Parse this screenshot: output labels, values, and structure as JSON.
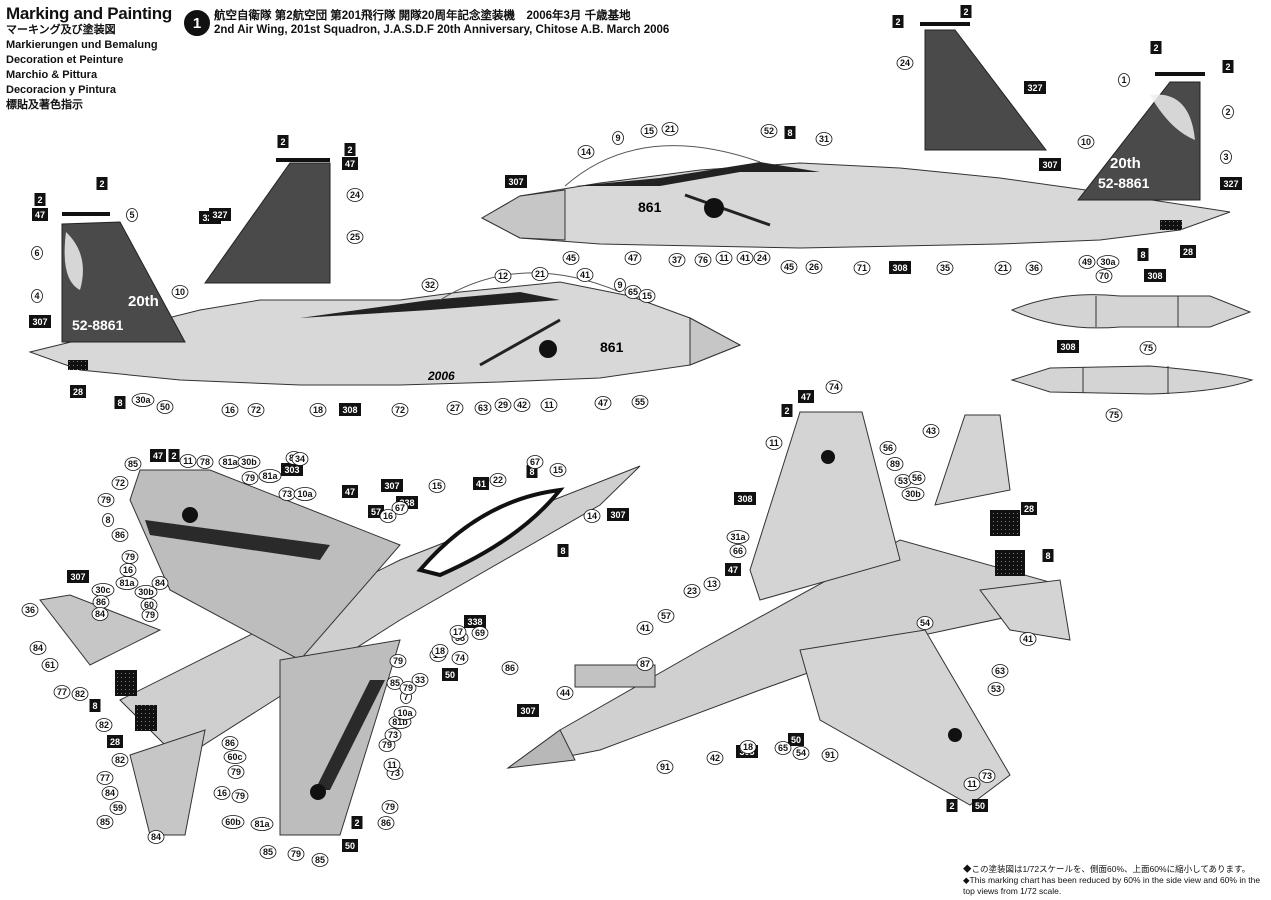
{
  "header": {
    "title": "Marking and Painting",
    "subtitles": [
      "マーキング及び塗装図",
      "Markierungen und Bemalung",
      "Decoration et Peinture",
      "Marchio & Pittura",
      "Decoracion y Pintura",
      "標貼及著色指示"
    ]
  },
  "scheme": {
    "number": "1",
    "title_jp": "航空自衛隊 第2航空団 第201飛行隊 開隊20周年記念塗装機　2006年3月 千歳基地",
    "title_en": "2nd Air Wing, 201st Squadron, J.A.S.D.F 20th Anniversary, Chitose A.B. March 2006"
  },
  "aircraft": {
    "serial": "52-8861",
    "nose_number": "861",
    "tail_text": "20th",
    "anniversary_year": "2006"
  },
  "colors": {
    "dark_tail": "#4a4a4a",
    "light_gray": "#d4d4d4",
    "mid_gray": "#b8b8b8",
    "black": "#111111"
  },
  "paint_codes": [
    "307",
    "308",
    "327",
    "338",
    "8",
    "28",
    "41",
    "47",
    "50",
    "57",
    "2",
    "303"
  ],
  "callouts": {
    "left_side": {
      "boxed": [
        "2",
        "2",
        "47",
        "327",
        "307",
        "28",
        "8",
        "308"
      ],
      "circled": [
        "5",
        "6",
        "4",
        "10",
        "30a",
        "50",
        "16",
        "72",
        "18",
        "72",
        "27",
        "63",
        "29",
        "42",
        "11",
        "32",
        "12",
        "21",
        "41",
        "9",
        "65",
        "15",
        "47",
        "55"
      ]
    },
    "left_fin": {
      "boxed": [
        "2",
        "2",
        "47",
        "327"
      ],
      "circled": [
        "24",
        "25"
      ]
    },
    "right_fin": {
      "boxed": [
        "2",
        "2",
        "327"
      ],
      "circled": [
        "24"
      ]
    },
    "right_side": {
      "boxed": [
        "2",
        "2",
        "307",
        "8",
        "327",
        "307",
        "308",
        "8",
        "28"
      ],
      "circled": [
        "1",
        "2",
        "3",
        "10",
        "14",
        "9",
        "15",
        "21",
        "52",
        "31",
        "45",
        "47",
        "37",
        "76",
        "11",
        "41",
        "24",
        "45",
        "26",
        "71",
        "35",
        "21",
        "36",
        "49",
        "30a"
      ]
    },
    "tanks": {
      "boxed": [
        "308",
        "308"
      ],
      "circled": [
        "70",
        "75",
        "75"
      ]
    },
    "top_view": {
      "boxed": [
        "47",
        "2",
        "303",
        "47",
        "307",
        "338",
        "57",
        "41",
        "8",
        "307",
        "8",
        "338",
        "307",
        "8",
        "28",
        "2",
        "50",
        "50"
      ],
      "circled": [
        "85",
        "11",
        "78",
        "81a",
        "30b",
        "85",
        "34",
        "79",
        "81a",
        "73",
        "10a",
        "72",
        "79",
        "8",
        "86",
        "79",
        "16",
        "81a",
        "30b",
        "60",
        "79",
        "30c",
        "86",
        "84",
        "84",
        "36",
        "84",
        "61",
        "77",
        "82",
        "82",
        "82",
        "77",
        "84",
        "59",
        "85",
        "84",
        "86",
        "60c",
        "79",
        "16",
        "79",
        "60b",
        "81a",
        "85",
        "79",
        "85",
        "79",
        "86",
        "73",
        "11",
        "79",
        "73",
        "81b",
        "10a",
        "7",
        "85",
        "79",
        "33",
        "79",
        "19",
        "58",
        "74",
        "86",
        "17",
        "69",
        "22",
        "67",
        "15",
        "14",
        "15",
        "67",
        "16",
        "18",
        "74",
        "58",
        "73"
      ]
    },
    "bottom_view": {
      "boxed": [
        "2",
        "47",
        "308",
        "47",
        "28",
        "8",
        "307",
        "303",
        "50",
        "2",
        "50"
      ],
      "circled": [
        "74",
        "11",
        "43",
        "56",
        "89",
        "53",
        "56",
        "30b",
        "31a",
        "66",
        "13",
        "23",
        "57",
        "41",
        "87",
        "44",
        "91",
        "42",
        "18",
        "65",
        "54",
        "91",
        "54",
        "63",
        "53",
        "41",
        "11",
        "73"
      ]
    }
  },
  "footnote": {
    "jp": "◆この塗装図は1/72スケールを、側面60%、上面60%に縮小してあります。",
    "en": "◆This marking chart has been reduced by 60% in the side view and 60% in the top views from 1/72 scale."
  }
}
